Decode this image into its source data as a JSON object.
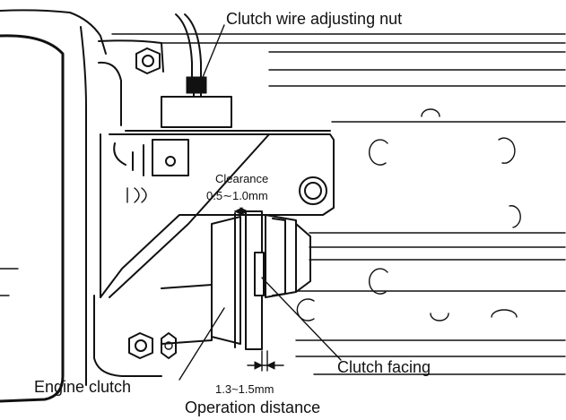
{
  "labels": {
    "clutch_wire_adjusting_nut": "Clutch wire adjusting nut",
    "clearance": "Clearance",
    "clearance_value": "0.5∼1.0mm",
    "clutch_facing": "Clutch facing",
    "engine_clutch": "Engine clutch",
    "operation_value": "1.3~1.5mm",
    "operation_distance": "Operation distance"
  },
  "colors": {
    "ink": "#111111",
    "paper": "#ffffff"
  }
}
